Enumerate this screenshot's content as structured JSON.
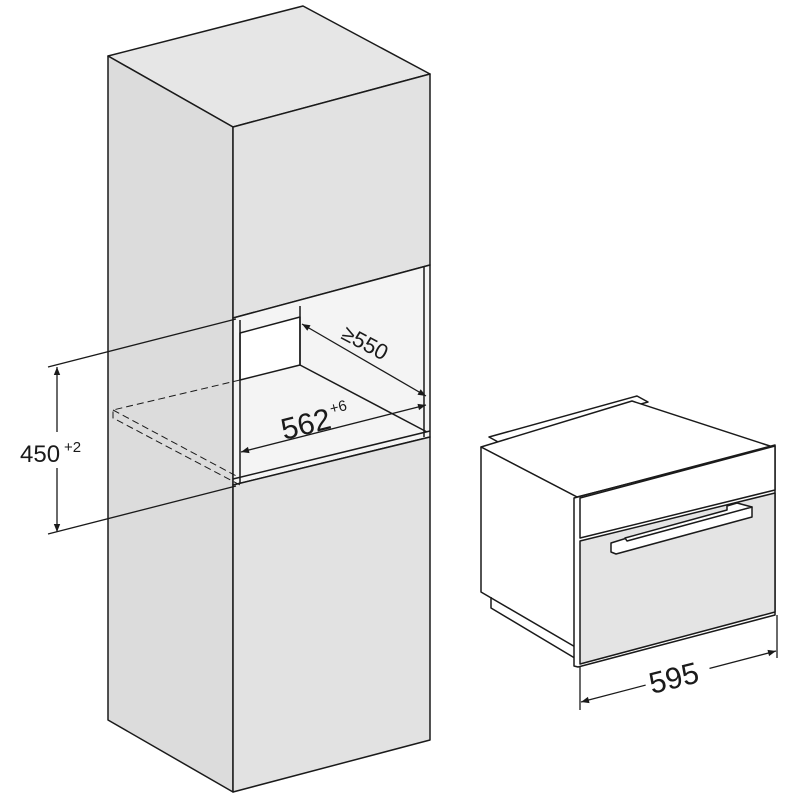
{
  "dimensions": {
    "niche_height": {
      "value": "450",
      "tolerance": "+2"
    },
    "niche_width": {
      "value": "562",
      "tolerance": "+6"
    },
    "niche_depth": {
      "value": "≥550"
    },
    "appliance_width": {
      "value": "595"
    }
  },
  "colors": {
    "line": "#1a1a1a",
    "cabinet_side": "#dcdcdc",
    "cabinet_front": "#e2e2e2",
    "cabinet_top": "#e6e6e6",
    "niche": "#f4f4f4",
    "appliance_front": "#e4e4e4",
    "white": "#ffffff"
  }
}
